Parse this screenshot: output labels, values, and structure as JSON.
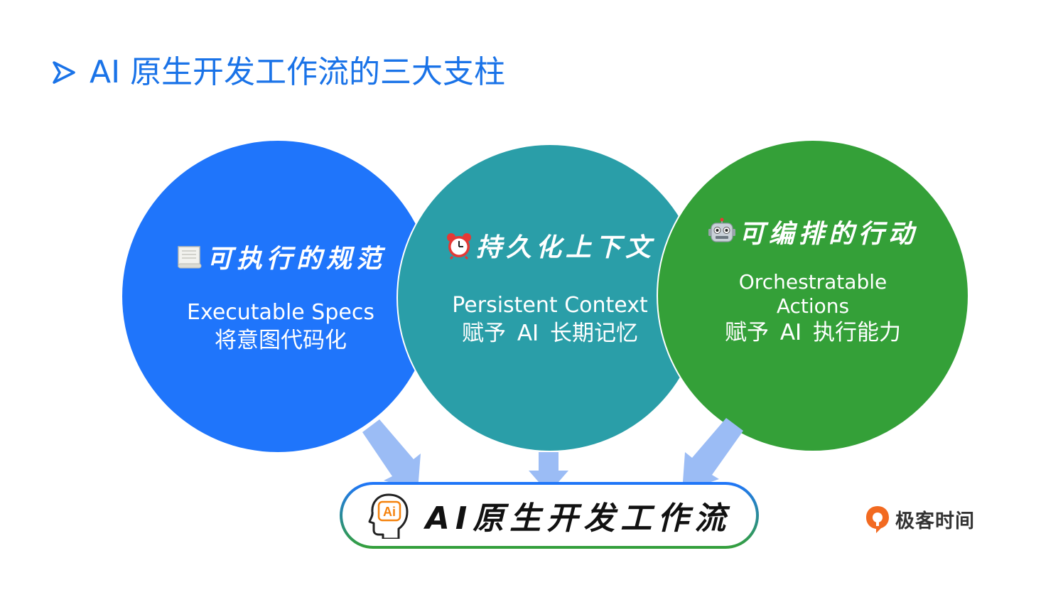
{
  "slide": {
    "title": "AI 原生开发工作流的三大支柱",
    "colors": {
      "title": "#1a73e8",
      "blue": "#1f75fb",
      "teal": "#2a9ea8",
      "green": "#34a038",
      "arrow": "#9bbcf5"
    }
  },
  "pillars": [
    {
      "icon": "scroll-icon",
      "heading": "可执行的规范",
      "subtitle_en": "Executable Specs",
      "subtitle_zh": "将意图代码化"
    },
    {
      "icon": "alarm-clock-icon",
      "heading": "持久化上下文",
      "subtitle_en": "Persistent Context",
      "subtitle_zh": "赋予 AI 长期记忆"
    },
    {
      "icon": "robot-icon",
      "heading": "可编排的行动",
      "subtitle_en_line1": "Orchestratable",
      "subtitle_en_line2": "Actions",
      "subtitle_zh": "赋予 AI 执行能力"
    }
  ],
  "result": {
    "icon": "ai-head-icon",
    "label": "AI原生开发工作流",
    "icon_text": "Ai"
  },
  "brand": {
    "name": "极客时间"
  }
}
